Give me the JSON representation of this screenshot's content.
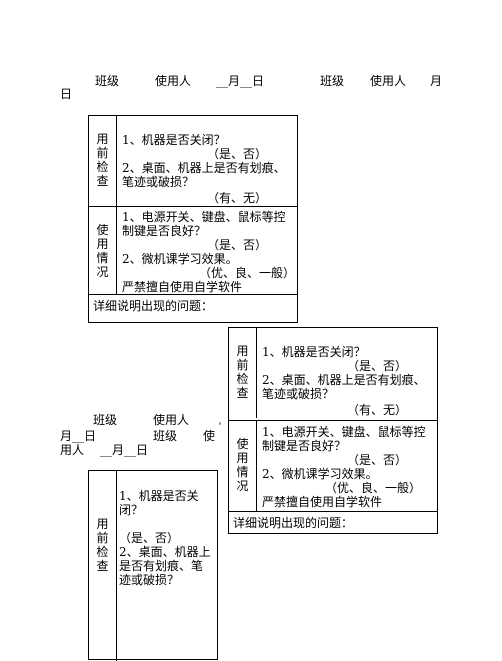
{
  "header_top": {
    "class": "班级",
    "user": "使用人",
    "date": "__月__日",
    "class2": "班级",
    "user2": "使用人",
    "month2": "月",
    "day2": "日"
  },
  "table_a": {
    "label1": [
      "用",
      "前",
      "检",
      "查"
    ],
    "l1": "1、机器是否关闭？",
    "l2": "（是、否）",
    "l3": "2、桌面、机器上是否有划痕、",
    "l4": "笔迹或破损？",
    "l5": "（有、无）",
    "label2": [
      "使",
      "用",
      "情",
      "况"
    ],
    "l6": "1、电源开关、键盘、鼠标等控",
    "l7": "制键是否良好？",
    "l8": "（是、否）",
    "l9": "2、微机课学习效果。",
    "l10": "（优、良、一般）",
    "l11": "严禁擅自使用自学软件",
    "footer": "详细说明出现的问题："
  },
  "table_b": {
    "label1": [
      "用",
      "前",
      "检",
      "查"
    ],
    "l1": "1、机器是否关闭？",
    "l2": "（是、否）",
    "l3": "2、桌面、机器上是否有划痕、",
    "l4": "笔迹或破损？",
    "l5": "（有、无）",
    "label2": [
      "使",
      "用",
      "情",
      "况"
    ],
    "l6": "1、电源开关、键盘、鼠标等控",
    "l7": "制键是否良好？",
    "l8": "（是、否）",
    "l9": "2、微机课学习效果。",
    "l10": "（优、良、一般）",
    "l11": "严禁擅自使用自学软件",
    "footer": "详细说明出现的问题："
  },
  "header_mid": {
    "class": "班级",
    "user": "使用人",
    "comma": "，",
    "date1": "月__日",
    "class2": "班级",
    "user2a": "使",
    "user2b": "用人",
    "date2": "__月__日"
  },
  "table_c": {
    "label": [
      "用",
      "前",
      "检",
      "查"
    ],
    "l1": "1、机器是否关",
    "l2": "闭？",
    "l3": "（是、否）",
    "l4": "2、桌面、机器上",
    "l5": "是否有划痕、笔",
    "l6": "迹或破损？"
  }
}
